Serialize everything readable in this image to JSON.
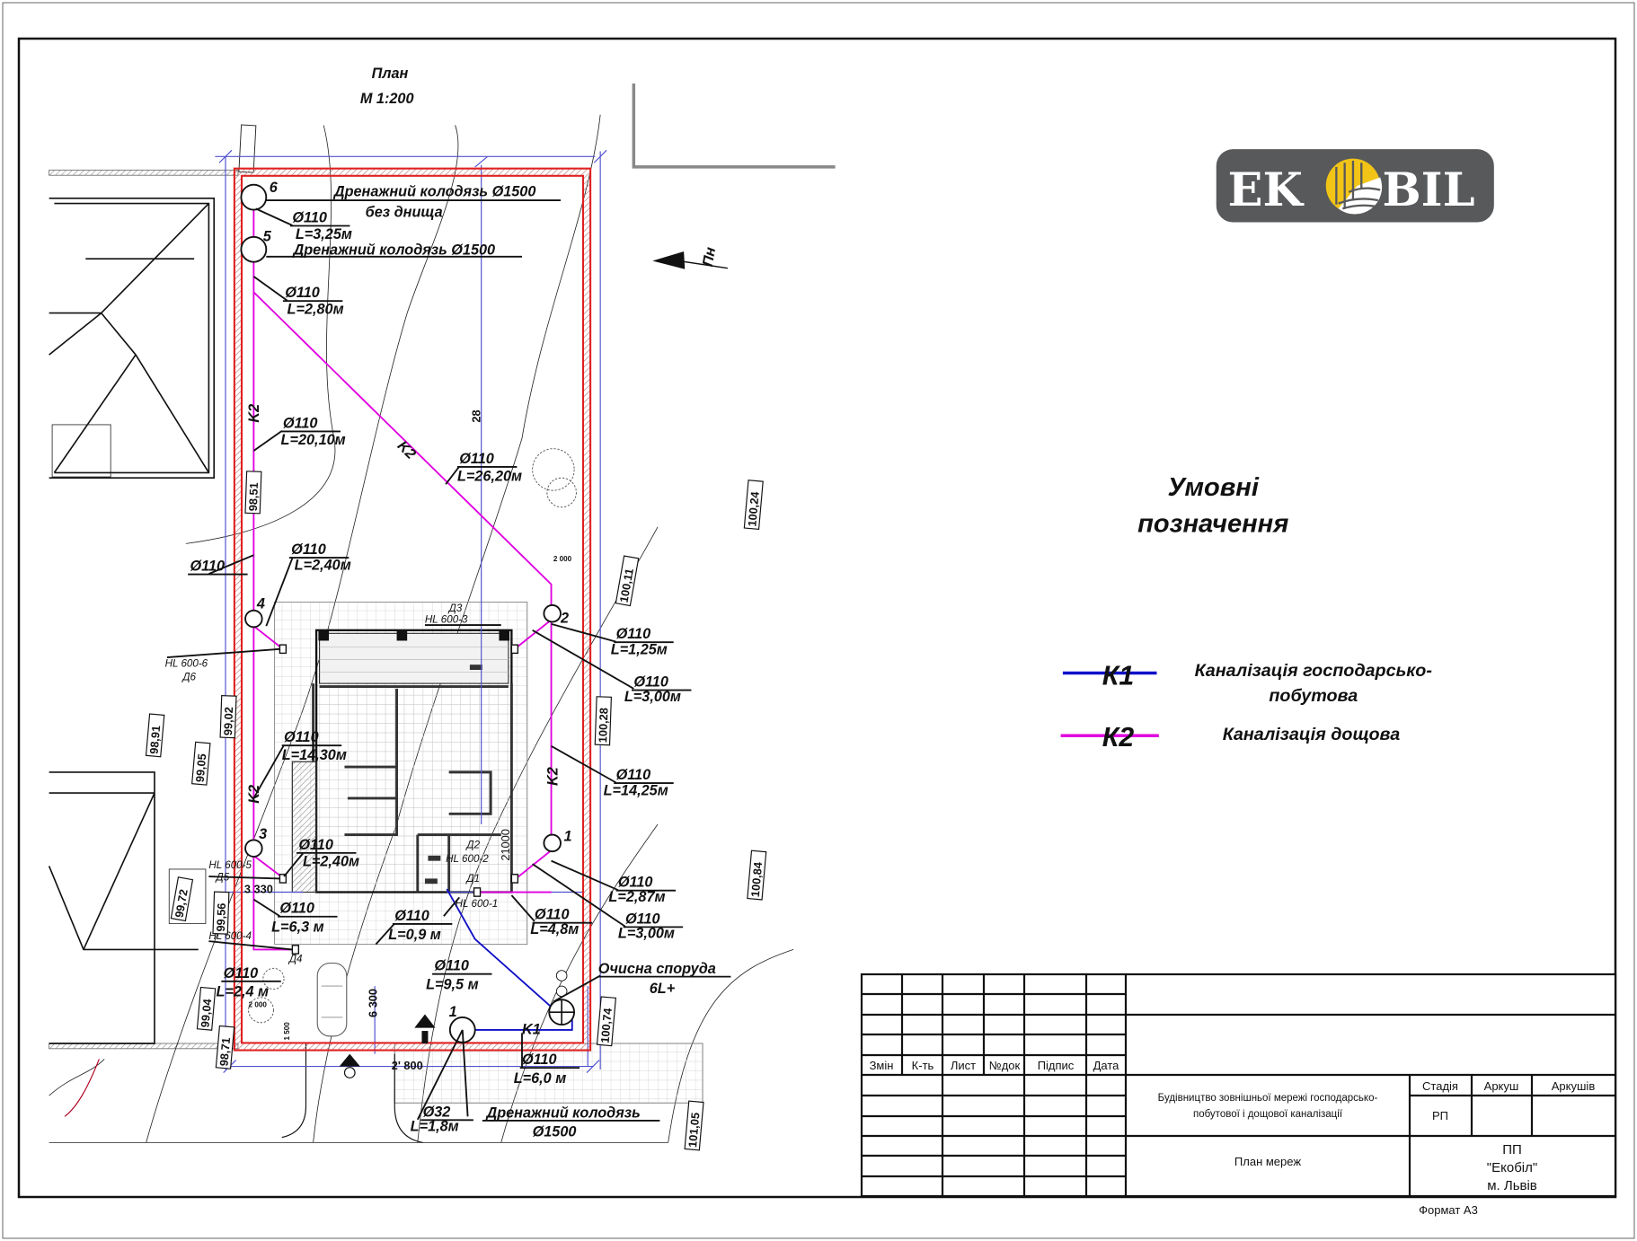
{
  "title": {
    "plan": "План",
    "scale": "М 1:200"
  },
  "north": "Пн",
  "wells": {
    "w6_num": "6",
    "w6_label": "Дренажний колодязь Ø1500",
    "w6_sub": "без днища",
    "w5_num": "5",
    "w5_label": "Дренажний колодязь Ø1500",
    "w4_num": "4",
    "w3_num": "3",
    "w2_num": "2",
    "w1_num": "1",
    "drain_num": "1",
    "drain_label": "Дренажний колодязь",
    "drain_sub": "Ø1500",
    "plant_label": "Очисна споруда",
    "plant_model": "6L+"
  },
  "pipe_labels": [
    {
      "d": "Ø110",
      "l": "L=3,25м"
    },
    {
      "d": "Ø110",
      "l": "L=2,80м"
    },
    {
      "d": "Ø110",
      "l": "L=20,10м"
    },
    {
      "d": "Ø110",
      "l": "L=26,20м"
    },
    {
      "d": "Ø110",
      "l": "L=2,40м"
    },
    {
      "d": "Ø110",
      "l": "L=1,25м"
    },
    {
      "d": "Ø110",
      "l": "L=3,00м"
    },
    {
      "d": "Ø110",
      "l": "L=14,30м"
    },
    {
      "d": "Ø110",
      "l": "L=14,25м"
    },
    {
      "d": "Ø110",
      "l": "L=2,40м"
    },
    {
      "d": "Ø110",
      "l": "L=2,87м"
    },
    {
      "d": "Ø110",
      "l": "L=3,00м"
    },
    {
      "d": "Ø110",
      "l": "L=6,3 м"
    },
    {
      "d": "Ø110",
      "l": "L=0,9 м"
    },
    {
      "d": "Ø110",
      "l": "L=4,8м"
    },
    {
      "d": "Ø110",
      "l": "L=9,5 м"
    },
    {
      "d": "Ø110",
      "l": "L=2,4 м"
    },
    {
      "d": "Ø110",
      "l": "L=6,0 м"
    },
    {
      "d": "Ø32",
      "l": "L=1,8м"
    }
  ],
  "pipe_single": "Ø110",
  "line_tags": {
    "k2": "K2",
    "k1": "K1"
  },
  "drains": {
    "d6_type": "HL 600-6",
    "d6": "Д6",
    "d3": "Д3",
    "d3_type": "HL 600-3",
    "d5_type": "HL 600-5",
    "d5": "Д5",
    "d2": "Д2",
    "d2_type": "HL 600-2",
    "d1": "Д1",
    "d1_type": "HL 600-1",
    "d4_type": "HL 600-4",
    "d4": "Д4"
  },
  "dimensions": {
    "d1": "3 330",
    "d2": "6 300",
    "d3": "2' 800",
    "d4": "2 000",
    "d5": "2 000",
    "d6": "1 500",
    "d7": "28",
    "d8": "21000"
  },
  "elevations": [
    "98,91",
    "99,05",
    "99,02",
    "98,51",
    "100,24",
    "100,11",
    "100,28",
    "100,84",
    "100,74",
    "99,72",
    "99,56",
    "99,04",
    "98,71",
    "101,05"
  ],
  "logo": {
    "left": "EK",
    "right": "BIL",
    "bg": "#58595b",
    "accent": "#f2c417"
  },
  "legend": {
    "title1": "Умовні",
    "title2": "позначення",
    "k1_tag": "К1",
    "k1_text1": "Каналізація господарсько-",
    "k1_text2": "побутова",
    "k2_tag": "К2",
    "k2_text": "Каналізація дощова",
    "k1_color": "#1010c8",
    "k2_color": "#e000e0"
  },
  "title_block": {
    "headers": [
      "Змін",
      "К-ть",
      "Лист",
      "№док",
      "Підпис",
      "Дата"
    ],
    "project": "Будівництво зовнішньої мережі господарсько-",
    "project2": "побутової і дощової каналізації",
    "stage_h": "Стадія",
    "sheet_h": "Аркуш",
    "sheets_h": "Аркушів",
    "stage": "РП",
    "drawing": "План мереж",
    "org1": "ПП",
    "org2": "\"Екобіл\"",
    "org3": "м. Львів",
    "format": "Формат А3"
  }
}
